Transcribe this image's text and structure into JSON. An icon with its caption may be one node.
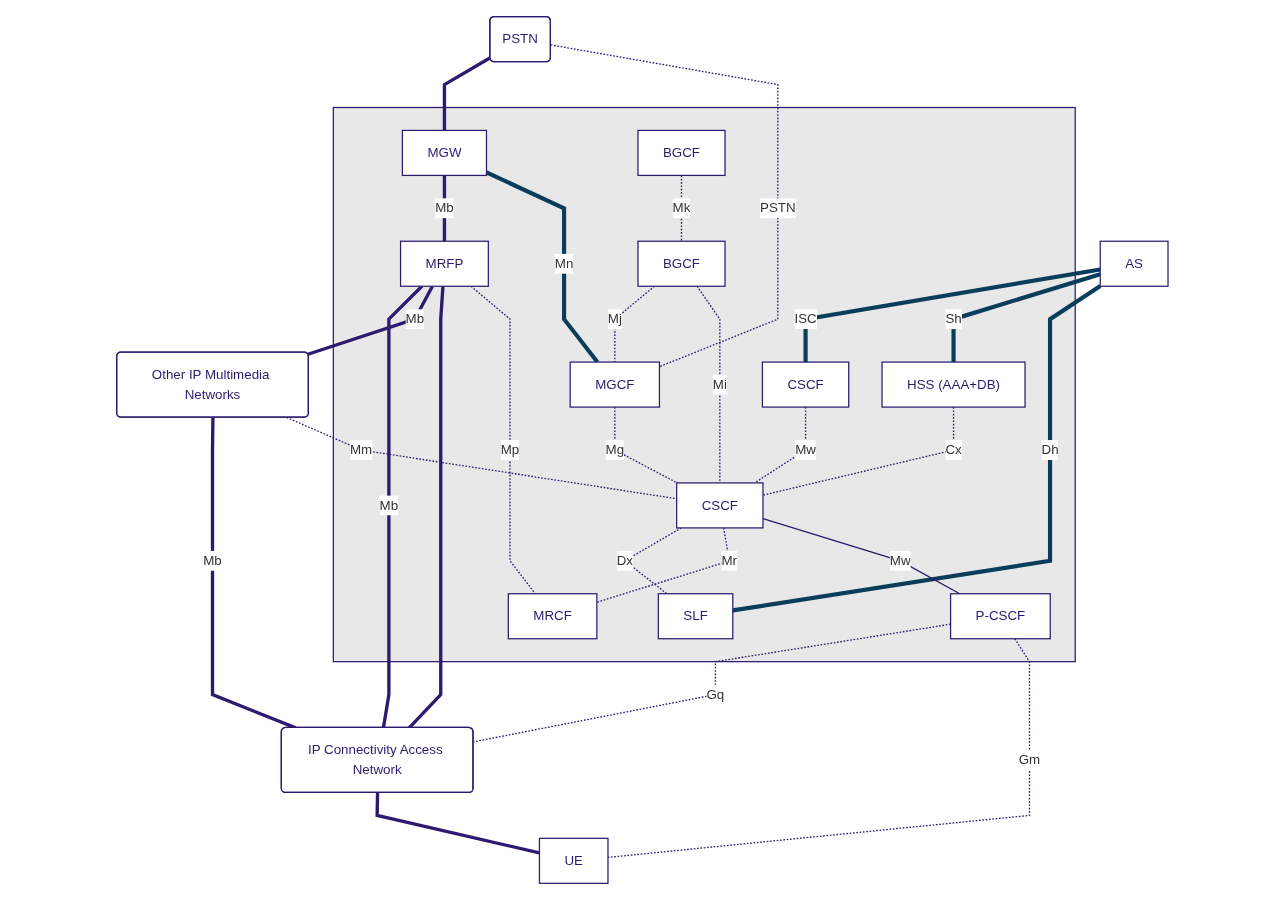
{
  "diagram": {
    "nodes": [
      {
        "text": [
          "Other IP Multimedia Networks"
        ]
      },
      {
        "text": [
          "AS"
        ]
      },
      {
        "text": [
          "PSTN"
        ]
      },
      {
        "text": [],
        "shape": "box"
      },
      {
        "text": [
          "MGW"
        ],
        "in": 3
      },
      {
        "text": [
          "BGCF"
        ],
        "in": 3
      },
      {
        "text": [
          "CSCF"
        ],
        "in": 3
      },
      {
        "text": [
          "HSS (AAA+DB)"
        ],
        "in": 3
      },
      {
        "text": [
          "BGCF"
        ],
        "in": 3
      },
      {
        "text": [
          "MGCF"
        ],
        "in": 3
      },
      {
        "text": [
          "CSCF"
        ],
        "in": 3
      },
      {
        "text": [
          "SLF"
        ],
        "in": 3
      },
      {
        "text": [
          "MRFP"
        ],
        "in": 3
      },
      {
        "text": [
          "MRCF"
        ],
        "in": 3
      },
      {
        "text": [
          "P-CSCF"
        ],
        "in": 3
      },
      {
        "text": [
          "IP Connectivity Access Network"
        ]
      },
      {
        "text": [
          "UE"
        ]
      }
    ],
    "edges": [
      {
        "from": 0,
        "to": 15,
        "label": "Mb",
        "arrow": "none",
        "style": "thick"
      },
      {
        "from": 2,
        "to": 4,
        "arrow": "none",
        "style": "thick"
      },
      {
        "from": 4,
        "to": 12,
        "label": "Mb",
        "arrow": "none",
        "style": "thick"
      },
      {
        "from": 12,
        "to": 15,
        "label": "Mb",
        "arrow": "none",
        "style": "thick"
      },
      {
        "from": 12,
        "to": 0,
        "label": "Mb",
        "arrow": "none",
        "style": "thick"
      },
      {
        "from": 12,
        "to": 15,
        "arrow": "none",
        "style": "thick"
      },
      {
        "from": 2,
        "to": 9,
        "label": "PSTN",
        "arrow": "none",
        "style": "dashed"
      },
      {
        "from": 0,
        "to": 10,
        "label": "Mm",
        "arrow": "none",
        "style": "dashed"
      },
      {
        "from": 1,
        "to": 6,
        "label": "ISC",
        "arrow": "none",
        "style": "thick",
        "color": "#0a3d5c"
      },
      {
        "from": 1,
        "to": 7,
        "label": "Sh",
        "arrow": "none",
        "style": "thick",
        "color": "#0a3d5c"
      },
      {
        "from": 1,
        "to": 11,
        "label": "Dh",
        "arrow": "none",
        "style": "thick",
        "color": "#0a3d5c"
      },
      {
        "from": 4,
        "to": 9,
        "label": "Mn",
        "arrow": "none",
        "style": "thick",
        "color": "#0a3d5c"
      },
      {
        "from": 5,
        "to": 8,
        "label": "Mk",
        "arrow": "none",
        "style": "dashed"
      },
      {
        "from": 8,
        "to": 9,
        "label": "Mj",
        "arrow": "none",
        "style": "dashed"
      },
      {
        "from": 8,
        "to": 10,
        "label": "Mi",
        "arrow": "none",
        "style": "dashed"
      },
      {
        "from": 6,
        "to": 10,
        "label": "Mw",
        "arrow": "none",
        "style": "dashed"
      },
      {
        "from": 7,
        "to": 10,
        "label": "Cx",
        "arrow": "none",
        "style": "dashed"
      },
      {
        "from": 9,
        "to": 10,
        "label": "Mg",
        "arrow": "none",
        "style": "dashed"
      },
      {
        "from": 10,
        "to": 11,
        "label": "Dx",
        "arrow": "none",
        "style": "dashed"
      },
      {
        "from": 10,
        "to": 13,
        "label": "Mr",
        "arrow": "none",
        "style": "dashed"
      },
      {
        "from": 12,
        "to": 13,
        "label": "Mp",
        "arrow": "none",
        "style": "dashed"
      },
      {
        "from": 10,
        "to": 14,
        "label": "Mw",
        "arrow": "none"
      },
      {
        "from": 14,
        "to": 15,
        "label": "Gq",
        "arrow": "none",
        "style": "dashed"
      },
      {
        "from": 14,
        "to": 16,
        "label": "Gm",
        "arrow": "none",
        "style": "dashed"
      },
      {
        "from": 15,
        "to": 16,
        "arrow": "none",
        "style": "thick"
      }
    ]
  }
}
